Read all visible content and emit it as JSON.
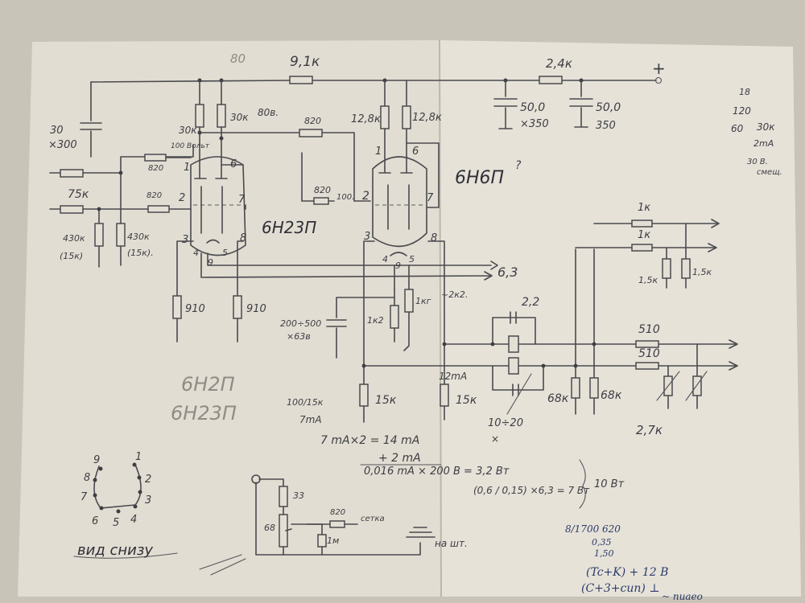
{
  "labels": {
    "faint_80": "80",
    "r_top": "9,1к",
    "r_top_right": "2,4к",
    "plus": "+",
    "margin_18": "18",
    "margin_120": "120",
    "margin_60": "60",
    "margin_30k": "30к",
    "margin_2ma": "2mA",
    "margin_30v": "30 В.",
    "margin_sm": "смещ.",
    "c30": "30",
    "c30v": "×300",
    "r30k_a": "30к",
    "r30k_b": "30к",
    "r_80v": "80в.",
    "r820_mid": "820",
    "r128a": "12,8к",
    "r128b": "12,8к",
    "c50a": "50,0",
    "c50a_v": "×350",
    "c50b": "50,0",
    "c50b_v": "350",
    "note_100v": "100 Вольт",
    "r820_g1": "820",
    "r820_g2": "820",
    "r820_g3": "820",
    "r820_100": "100.",
    "r75k": "75к",
    "r430a": "430к",
    "r430a_b": "(15к)",
    "r430b": "430к",
    "r430b_b": "(15к).",
    "t1_name": "6Н23П",
    "t2_name": "6Н6П",
    "t2_q": "?",
    "pin1a": "1",
    "pin6a": "6",
    "pin2a": "2",
    "pin7a": "7",
    "pin3a": "3",
    "pin8a": "8",
    "pin4a": "4",
    "pin9a": "9",
    "pin5a": "5",
    "pin1b": "1",
    "pin6b": "6",
    "pin2b": "2",
    "pin7b": "7",
    "pin3b": "3",
    "pin8b": "8",
    "pin4b": "4",
    "pin9b": "9",
    "pin5b": "5",
    "heater": "6,3",
    "r1k_cat": "1кг",
    "r2k_cat": "~2к2.",
    "r1k2_cat": "1к2",
    "c200": "200÷500",
    "c200_v": "×63в",
    "r910a": "910",
    "r910b": "910",
    "c22": "2,2",
    "r1ka": "1к",
    "r1kb": "1к",
    "r15a": "1,5к",
    "r15b": "1,5к",
    "r510a": "510",
    "r510b": "510",
    "ma12": "12mA",
    "r15ka": "15к",
    "r15kb": "15к",
    "r68a": "68к",
    "r68b": "68к",
    "r27k": "2,7к",
    "c10_20": "10÷20",
    "c10_x": "×",
    "big1": "6Н2П",
    "big2": "6Н23П",
    "calc1": "100/15к",
    "calc2": "7mA",
    "calc3": "7 mA×2 = 14 mA",
    "calc4": "+ 2 mA",
    "calc5": "0,016 mA × 200 В = 3,2 Вт",
    "calc6": "(0,6 / 0,15) ×6,3 = 7 Вт",
    "calc7": "10 Вт",
    "pin_b1": "1",
    "pin_b2": "2",
    "pin_b3": "3",
    "pin_b4": "4",
    "pin_b5": "5",
    "pin_b6": "6",
    "pin_b7": "7",
    "pin_b8": "8",
    "pin_b9": "9",
    "bottom_view": "вид снизу",
    "pot33": "33",
    "pot68": "68",
    "pot1m": "1м",
    "pot820": "820",
    "pot_setka": "сетка",
    "pot_gnd": "на шт.",
    "pen1": "8/1700 620",
    "pen2": "0,35",
    "pen3": "1,50",
    "pen4": "(Tc+K) + 12 В",
    "pen5": "(C+3+cun) ⊥",
    "pen6": "~ nuaeo"
  }
}
